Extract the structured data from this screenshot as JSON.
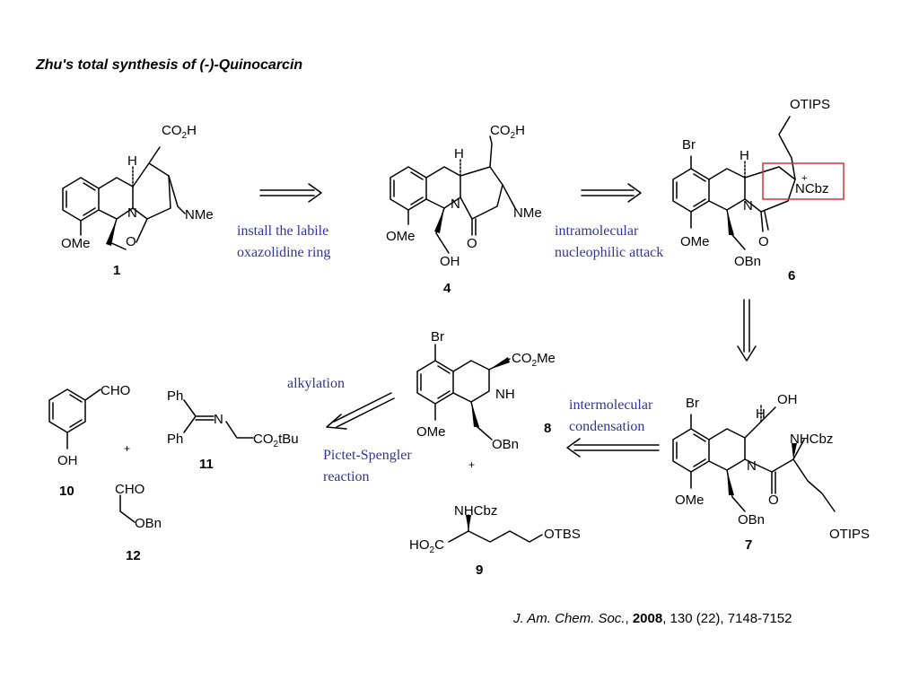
{
  "slide": {
    "title": "Zhu's total synthesis of (-)-Quinocarcin",
    "citation": {
      "journal": "J. Am. Chem. Soc.",
      "year": "2008",
      "details": "130 (22), 7148-7152"
    }
  },
  "steps": [
    {
      "line1": "install the labile",
      "line2": "oxazolidine ring"
    },
    {
      "line1": "intramolecular",
      "line2": "nucleophilic attack"
    },
    {
      "line1": "intermolecular",
      "line2": "condensation"
    },
    {
      "line1": "alkylation",
      "line2": ""
    },
    {
      "line1": "Pictet-Spengler",
      "line2": "reaction"
    }
  ],
  "compounds": {
    "c1": "1",
    "c4": "4",
    "c6": "6",
    "c7": "7",
    "c8": "8",
    "c9": "9",
    "c10": "10",
    "c11": "11",
    "c12": "12"
  },
  "atoms": {
    "co2h": "CO",
    "co2h_sub": "2",
    "co2h_end": "H",
    "h": "H",
    "n": "N",
    "o": "O",
    "nme": "NMe",
    "ome": "OMe",
    "oh": "OH",
    "otips": "OTIPS",
    "br": "Br",
    "ncbz": "NCbz",
    "plus_charge": "+",
    "obn": "OBn",
    "nhcbz": "NHCbz",
    "co2me": "CO",
    "co2me_sub": "2",
    "co2me_end": "Me",
    "nh": "NH",
    "cho": "CHO",
    "ph": "Ph",
    "co2tbu": "CO",
    "co2tbu_sub": "2",
    "co2tbu_end": "tBu",
    "otbs": "OTBS",
    "ho2c": "HO",
    "ho2c_sub": "2",
    "ho2c_end": "C",
    "plus": "+"
  },
  "colors": {
    "step_text": "#3333a0",
    "highlight_box": "#e03030",
    "ink": "#000000"
  }
}
